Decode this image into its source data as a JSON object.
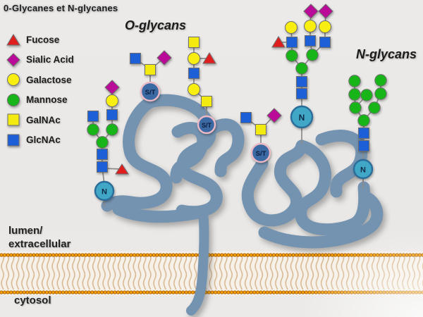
{
  "title": "0-Glycanes et N-glycanes",
  "section_labels": {
    "o": "O-glycans",
    "n": "N-glycans"
  },
  "legend": {
    "items": [
      {
        "label": "Fucose",
        "shape": "triangle",
        "color": "#e01e1e"
      },
      {
        "label": "Sialic Acid",
        "shape": "diamond",
        "color": "#ba0a98"
      },
      {
        "label": "Galactose",
        "shape": "circle",
        "color": "#f8ef10"
      },
      {
        "label": "Mannose",
        "shape": "circle",
        "color": "#17b517"
      },
      {
        "label": "GalNAc",
        "shape": "square",
        "color": "#f3eb10"
      },
      {
        "label": "GlcNAc",
        "shape": "square",
        "color": "#1c5fd6"
      }
    ]
  },
  "membrane": {
    "lumen_label_line1": "lumen/",
    "lumen_label_line2": "extracellular",
    "cytosol_label": "cytosol",
    "head_color": "#f7a303",
    "head_ring_color": "#a85a00",
    "tail_color": "#d7b68e"
  },
  "anchors": {
    "st_label": "S/T",
    "n_label": "N",
    "st_fill": "#3b69a3",
    "st_ring": "#ecb9c4",
    "n_fill": "#41a7c7",
    "n_ring": "#2b6d9a"
  },
  "protein_color": "#7493b1",
  "glycan_structures": {
    "o_glycan_1": "S/T - GalNAc - (GlcNAc, Sialic Acid)",
    "o_glycan_2": "S/T - GalNAc - Galactose - GlcNAc - Galactose(+Fucose) - GalNAc",
    "o_glycan_3": "S/T - GalNAc - (GlcNAc, Sialic Acid)",
    "n_glycan_left": "N - GlcNAc(+Fucose) - GlcNAc - Mannose - [Mannose - GlcNAc] + [Mannose - GlcNAc - Galactose - Sialic Acid]",
    "n_glycan_complex": "N - GlcNAc - GlcNAc - Mannose - [Mannose - GlcNAc(+Fucose) - Galactose] + [Mannose - 2x (GlcNAc - Galactose - Sialic Acid)]",
    "n_glycan_high_mannose": "N - GlcNAc - GlcNAc - Mannose - 8 mannose arms"
  }
}
